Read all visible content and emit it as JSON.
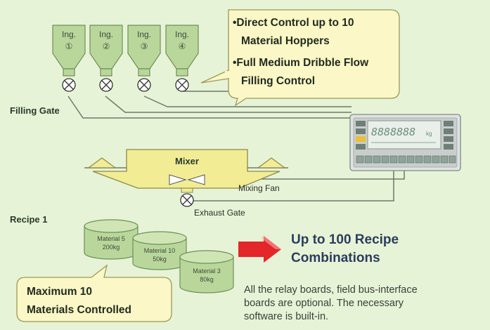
{
  "hoppers": [
    {
      "label": "Ing.",
      "number": "①"
    },
    {
      "label": "Ing.",
      "number": "②"
    },
    {
      "label": "Ing.",
      "number": "③"
    },
    {
      "label": "Ing.",
      "number": "④"
    }
  ],
  "callout_top": {
    "line1": "•Direct Control up to 10",
    "line2": "Material Hoppers",
    "line3": "•Full Medium Dribble Flow",
    "line4": "Filling Control"
  },
  "filling_gate_label": "Filling Gate",
  "mixer_label": "Mixer",
  "mixing_fan_label": "Mixing Fan",
  "exhaust_gate_label": "Exhaust Gate",
  "recipe_label": "Recipe 1",
  "indicator_display": "8888888",
  "indicator_unit": "kg",
  "materials": [
    {
      "name": "Material 5",
      "weight": "200kg"
    },
    {
      "name": "Material 10",
      "weight": "50kg"
    },
    {
      "name": "Material 3",
      "weight": "80kg"
    }
  ],
  "callout_bottom": {
    "line1": "Maximum 10",
    "line2": "Materials Controlled"
  },
  "recipe_title": {
    "line1": "Up to 100 Recipe",
    "line2": "Combinations"
  },
  "note": {
    "line1": "All the relay boards, field bus-interface",
    "line2": "boards are optional. The necessary",
    "line3": "software is built-in."
  },
  "colors": {
    "background": "#e7f3d6",
    "hopper": "#b9d79a",
    "mixer": "#f2ec95",
    "arrow": "#e2262a",
    "callout_title": "#2b3d5e"
  }
}
